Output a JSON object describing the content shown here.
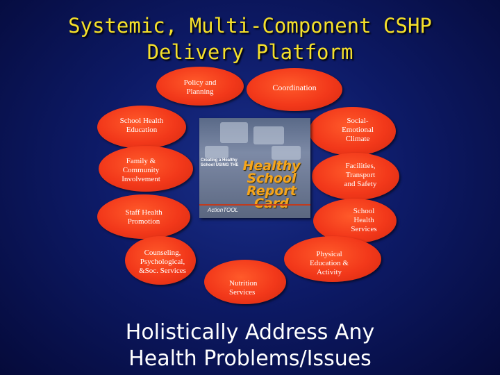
{
  "title": {
    "line1": "Systemic, Multi-Component CSHP",
    "line2": "Delivery Platform"
  },
  "components": {
    "policy": "Policy and\nPlanning",
    "coordination": "Coordination",
    "health_education": "School Health\nEducation",
    "social_emotional": "Social-\nEmotional\nClimate",
    "family": "Family &\nCommunity\nInvolvement",
    "facilities": "Facilities,\nTransport\nand Safety",
    "staff": "Staff Health\nPromotion",
    "health_services": "School\nHealth\nServices",
    "counseling": "Counseling,\nPsychological,\n&Soc. Services",
    "physical": "Physical\nEducation &\nActivity",
    "nutrition": "Nutrition\nServices"
  },
  "book": {
    "subtitle": "Creating a Healthy School USING THE",
    "title": "Healthy\nSchool\nReport\nCard",
    "brand": "ActionTOOL"
  },
  "footer": {
    "line1": "Holistically Address Any",
    "line2": "Health Problems/Issues"
  },
  "colors": {
    "title": "#f5e02a",
    "oval": "#f2381a",
    "background": "#0d1a66"
  }
}
